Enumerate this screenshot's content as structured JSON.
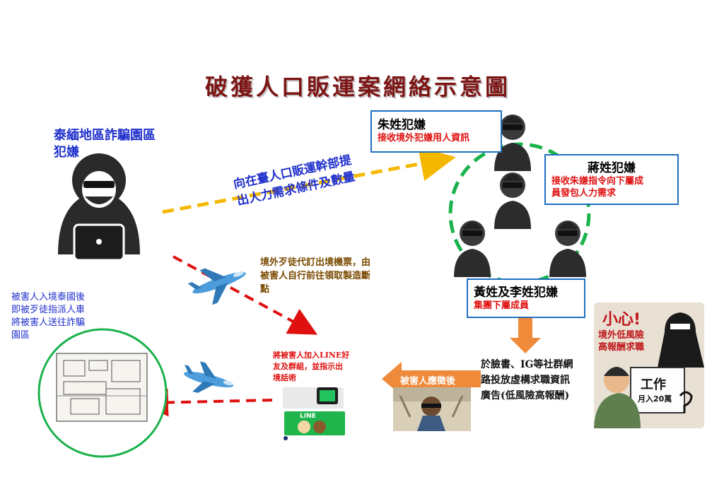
{
  "title": "破獲人口販運案網絡示意圖",
  "left_suspect": {
    "line1": "泰緬地區詐騙園區",
    "line2": "犯嫌"
  },
  "top_arrow_text": {
    "line1": "向在臺人口販運幹部提",
    "line2": "出人力需求條件及數量"
  },
  "zhu": {
    "name": "朱姓犯嫌",
    "desc": "接收境外犯嫌用人資訊"
  },
  "jiang": {
    "name": "蔣姓犯嫌",
    "desc1": "接收朱嫌指令向下屬成",
    "desc2": "員發包人力需求"
  },
  "huang": {
    "name": "黃姓及李姓犯嫌",
    "desc": "集團下屬成員"
  },
  "ticket_text": {
    "line1": "境外歹徒代訂出境機票，由",
    "line2": "被害人自行前往領取製造斷",
    "line3": "點"
  },
  "victim_text": {
    "line1": "被害人入境泰國後",
    "line2": "即被歹徒指派人車",
    "line3": "將被害人送往詐騙",
    "line4": "園區"
  },
  "line_text": {
    "line1": "將被害人加入LINE好",
    "line2": "友及群組，並指示出",
    "line3": "境話術"
  },
  "ad_text": {
    "line1": "於臉書、IG等社群網",
    "line2": "路投放虛構求職資訊",
    "line3": "廣告(低風險高報酬)"
  },
  "apply_label": "被害人應徵後",
  "poster": {
    "warn": "小心!",
    "line1": "境外低風險",
    "line2": "高報酬求職",
    "sign": "工作",
    "sign_sub": "月入20萬"
  },
  "line_app_label": "LINE",
  "colors": {
    "dashed_gold": "#f5b800",
    "dashed_red": "#e01010",
    "circle_green": "#19b24b",
    "box_border": "#1f6fbf",
    "orange_arrow": "#ef8a3a"
  }
}
